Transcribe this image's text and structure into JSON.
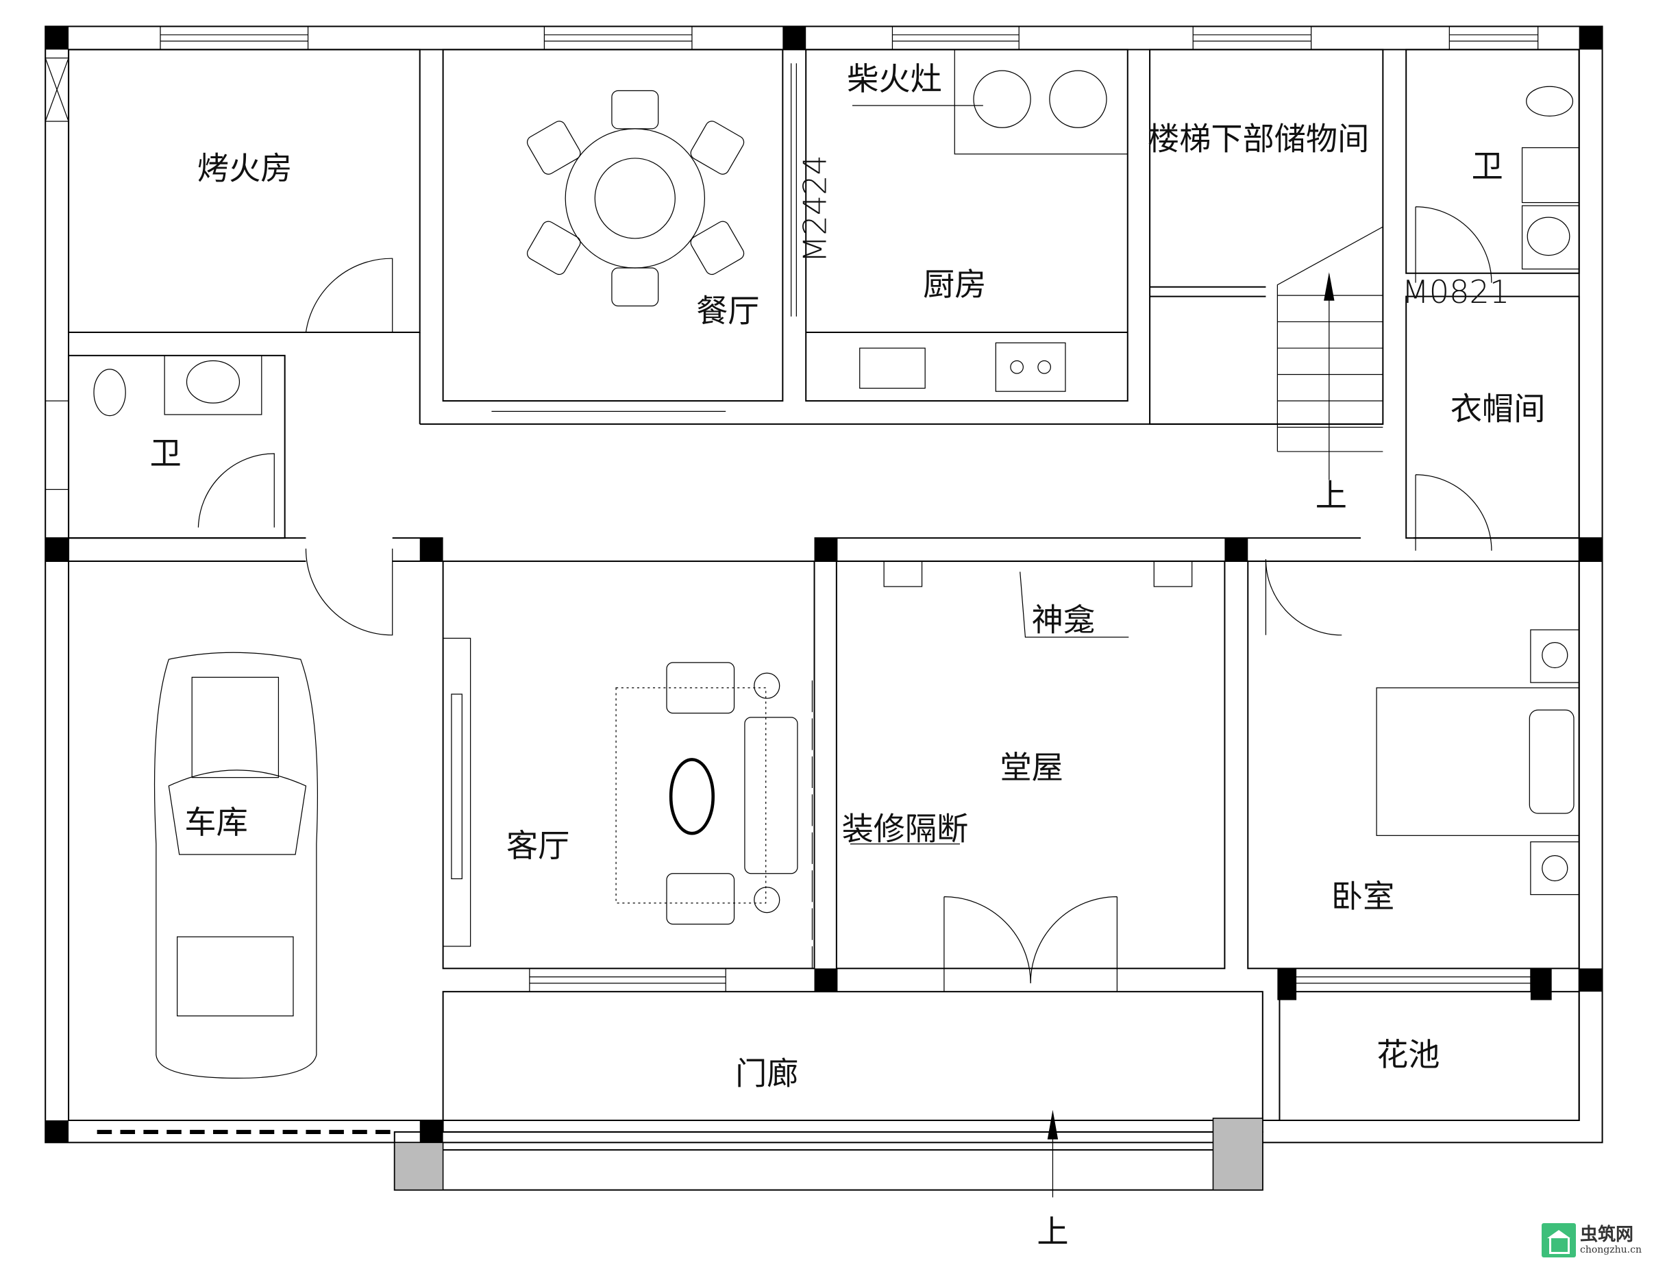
{
  "plan": {
    "rooms": {
      "fire_room": "烤火房",
      "bath_left": "卫",
      "dining": "餐厅",
      "firewood_stove": "柴火灶",
      "kitchen": "厨房",
      "door_m2424": "M2424",
      "under_stair_storage": "楼梯下部储物间",
      "bath_right": "卫",
      "door_m0821": "M0821",
      "cloakroom": "衣帽间",
      "stair_up": "上",
      "shrine": "神龛",
      "hall": "堂屋",
      "partition": "装修隔断",
      "living": "客厅",
      "garage": "车库",
      "bedroom": "卧室",
      "porch": "门廊",
      "flower_bed": "花池",
      "entry_up": "上"
    }
  },
  "watermark": {
    "name_cn": "虫筑网",
    "domain": "chongzhu.cn",
    "color": "#3dbf7a"
  }
}
